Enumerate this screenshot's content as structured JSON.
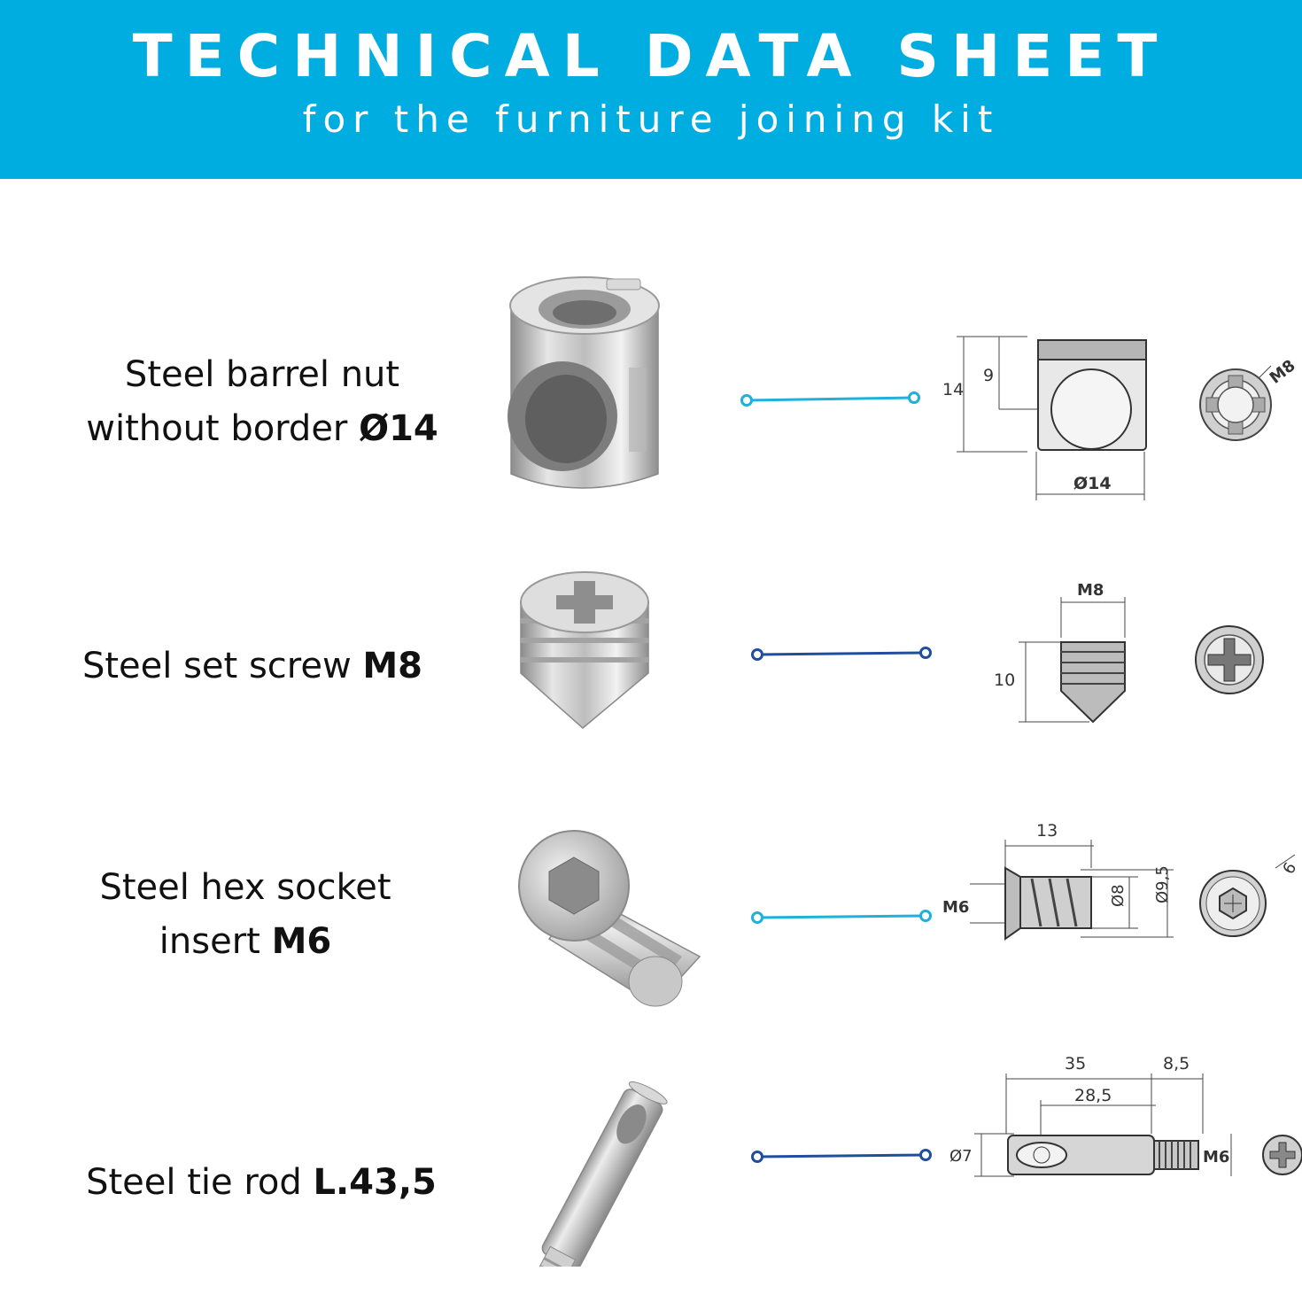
{
  "header": {
    "title": "TECHNICAL DATA SHEET",
    "subtitle": "for the furniture joining kit"
  },
  "colors": {
    "header_bg": "#00ade0",
    "connector_light": "#1eb1d9",
    "connector_dark": "#1f4e9c"
  },
  "items": [
    {
      "name_line1": "Steel barrel nut",
      "name_line2": "without border ",
      "name_bold": "Ø14",
      "icon": "barrel-nut",
      "dimensions": {
        "width": "Ø14",
        "height": "14",
        "hole_height": "9",
        "thread": "M8"
      }
    },
    {
      "name_line1": "Steel set screw ",
      "name_bold": "M8",
      "icon": "set-screw",
      "dimensions": {
        "thread": "M8",
        "height": "10"
      }
    },
    {
      "name_line1": "Steel hex socket",
      "name_line2": "insert ",
      "name_bold": "M6",
      "icon": "hex-socket-insert",
      "dimensions": {
        "length": "13",
        "thread": "M6",
        "inner_diameter": "Ø8",
        "outer_diameter": "Ø9,5",
        "hex": "6"
      }
    },
    {
      "name_line1": "Steel tie rod ",
      "name_bold": "L.43,5",
      "icon": "tie-rod",
      "dimensions": {
        "length": "35",
        "thread_length": "8,5",
        "hole_offset": "28,5",
        "diameter": "Ø7",
        "thread": "M6"
      }
    }
  ]
}
